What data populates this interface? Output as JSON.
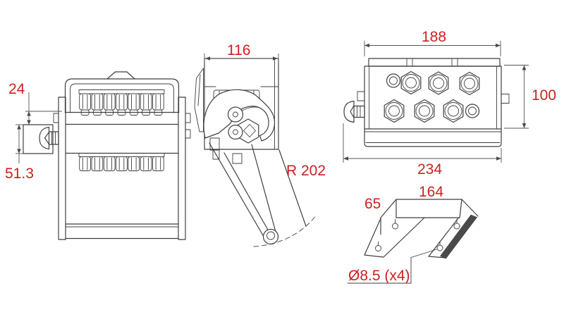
{
  "colors": {
    "line": "#3f3f3f",
    "dimension_text": "#cd2020",
    "background": "#ffffff"
  },
  "views": {
    "front": {
      "dimensions": {
        "knob_offset": "24",
        "knob_bracket_height": "51.3"
      }
    },
    "side": {
      "dimensions": {
        "frame_width": "116",
        "hook_swing_radius": "R 202"
      }
    },
    "face": {
      "dimensions": {
        "body_width": "188",
        "body_height": "100",
        "overall_width": "234"
      }
    },
    "bracket": {
      "dimensions": {
        "flange_depth": "65",
        "mount_width": "164",
        "hole_spec": "Ø8.5 (x4)"
      }
    }
  }
}
